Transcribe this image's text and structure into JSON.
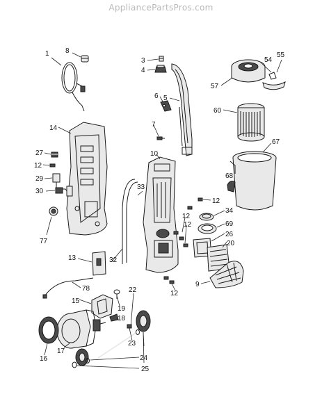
{
  "watermark": "AppliancePartsPros.com",
  "callouts": [
    {
      "id": "c1",
      "text": "1"
    },
    {
      "id": "c8",
      "text": "8"
    },
    {
      "id": "c3",
      "text": "3"
    },
    {
      "id": "c4",
      "text": "4"
    },
    {
      "id": "c55",
      "text": "55"
    },
    {
      "id": "c54",
      "text": "54"
    },
    {
      "id": "c57",
      "text": "57"
    },
    {
      "id": "c5",
      "text": "5"
    },
    {
      "id": "c6",
      "text": "6"
    },
    {
      "id": "c60",
      "text": "60"
    },
    {
      "id": "c7",
      "text": "7"
    },
    {
      "id": "c14",
      "text": "14"
    },
    {
      "id": "c67",
      "text": "67"
    },
    {
      "id": "c10",
      "text": "10"
    },
    {
      "id": "c27",
      "text": "27"
    },
    {
      "id": "c12a",
      "text": "12"
    },
    {
      "id": "c29",
      "text": "29"
    },
    {
      "id": "c68",
      "text": "68"
    },
    {
      "id": "c33",
      "text": "33"
    },
    {
      "id": "c30",
      "text": "30"
    },
    {
      "id": "c12b",
      "text": "12"
    },
    {
      "id": "c34",
      "text": "34"
    },
    {
      "id": "c12c",
      "text": "12"
    },
    {
      "id": "c69",
      "text": "69"
    },
    {
      "id": "c12d",
      "text": "12"
    },
    {
      "id": "c26",
      "text": "26"
    },
    {
      "id": "c77",
      "text": "77"
    },
    {
      "id": "c20",
      "text": "20"
    },
    {
      "id": "c13",
      "text": "13"
    },
    {
      "id": "c32",
      "text": "32"
    },
    {
      "id": "c9",
      "text": "9"
    },
    {
      "id": "c78",
      "text": "78"
    },
    {
      "id": "c12e",
      "text": "12"
    },
    {
      "id": "c22",
      "text": "22"
    },
    {
      "id": "c15",
      "text": "15"
    },
    {
      "id": "c19",
      "text": "19"
    },
    {
      "id": "c18",
      "text": "18"
    },
    {
      "id": "c17",
      "text": "17"
    },
    {
      "id": "c23",
      "text": "23"
    },
    {
      "id": "c16",
      "text": "16"
    },
    {
      "id": "c24",
      "text": "24"
    },
    {
      "id": "c25",
      "text": "25"
    }
  ]
}
